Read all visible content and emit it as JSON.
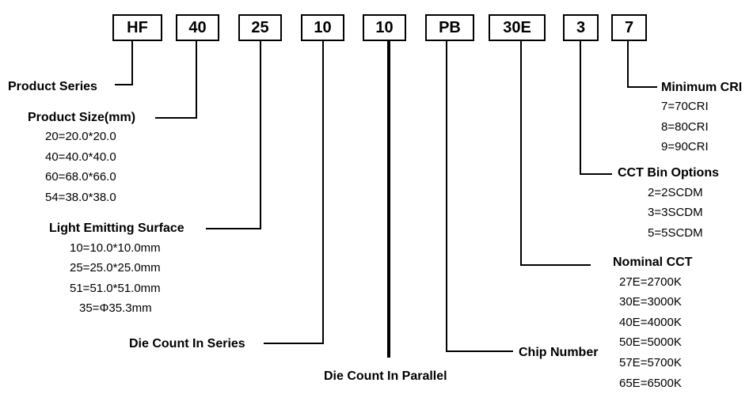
{
  "code_segments": [
    "HF",
    "40",
    "25",
    "10",
    "10",
    "PB",
    "30E",
    "3",
    "7"
  ],
  "product_series": {
    "label": "Product Series"
  },
  "product_size": {
    "label": "Product Size(mm)",
    "options": [
      "20=20.0*20.0",
      "40=40.0*40.0",
      "60=68.0*66.0",
      "54=38.0*38.0"
    ]
  },
  "light_emitting_surface": {
    "label": "Light Emitting Surface",
    "options": [
      "10=10.0*10.0mm",
      "25=25.0*25.0mm",
      "51=51.0*51.0mm",
      "35=Φ35.3mm"
    ]
  },
  "die_count_series": {
    "label": "Die Count In Series"
  },
  "die_count_parallel": {
    "label": "Die Count In Parallel"
  },
  "chip_number": {
    "label": "Chip Number"
  },
  "nominal_cct": {
    "label": "Nominal CCT",
    "options": [
      "27E=2700K",
      "30E=3000K",
      "40E=4000K",
      "50E=5000K",
      "57E=5700K",
      "65E=6500K"
    ]
  },
  "cct_bin": {
    "label": "CCT Bin Options",
    "options": [
      "2=2SCDM",
      "3=3SCDM",
      "5=5SCDM"
    ]
  },
  "min_cri": {
    "label": "Minimum CRI",
    "options": [
      "7=70CRI",
      "8=80CRI",
      "9=90CRI"
    ]
  }
}
